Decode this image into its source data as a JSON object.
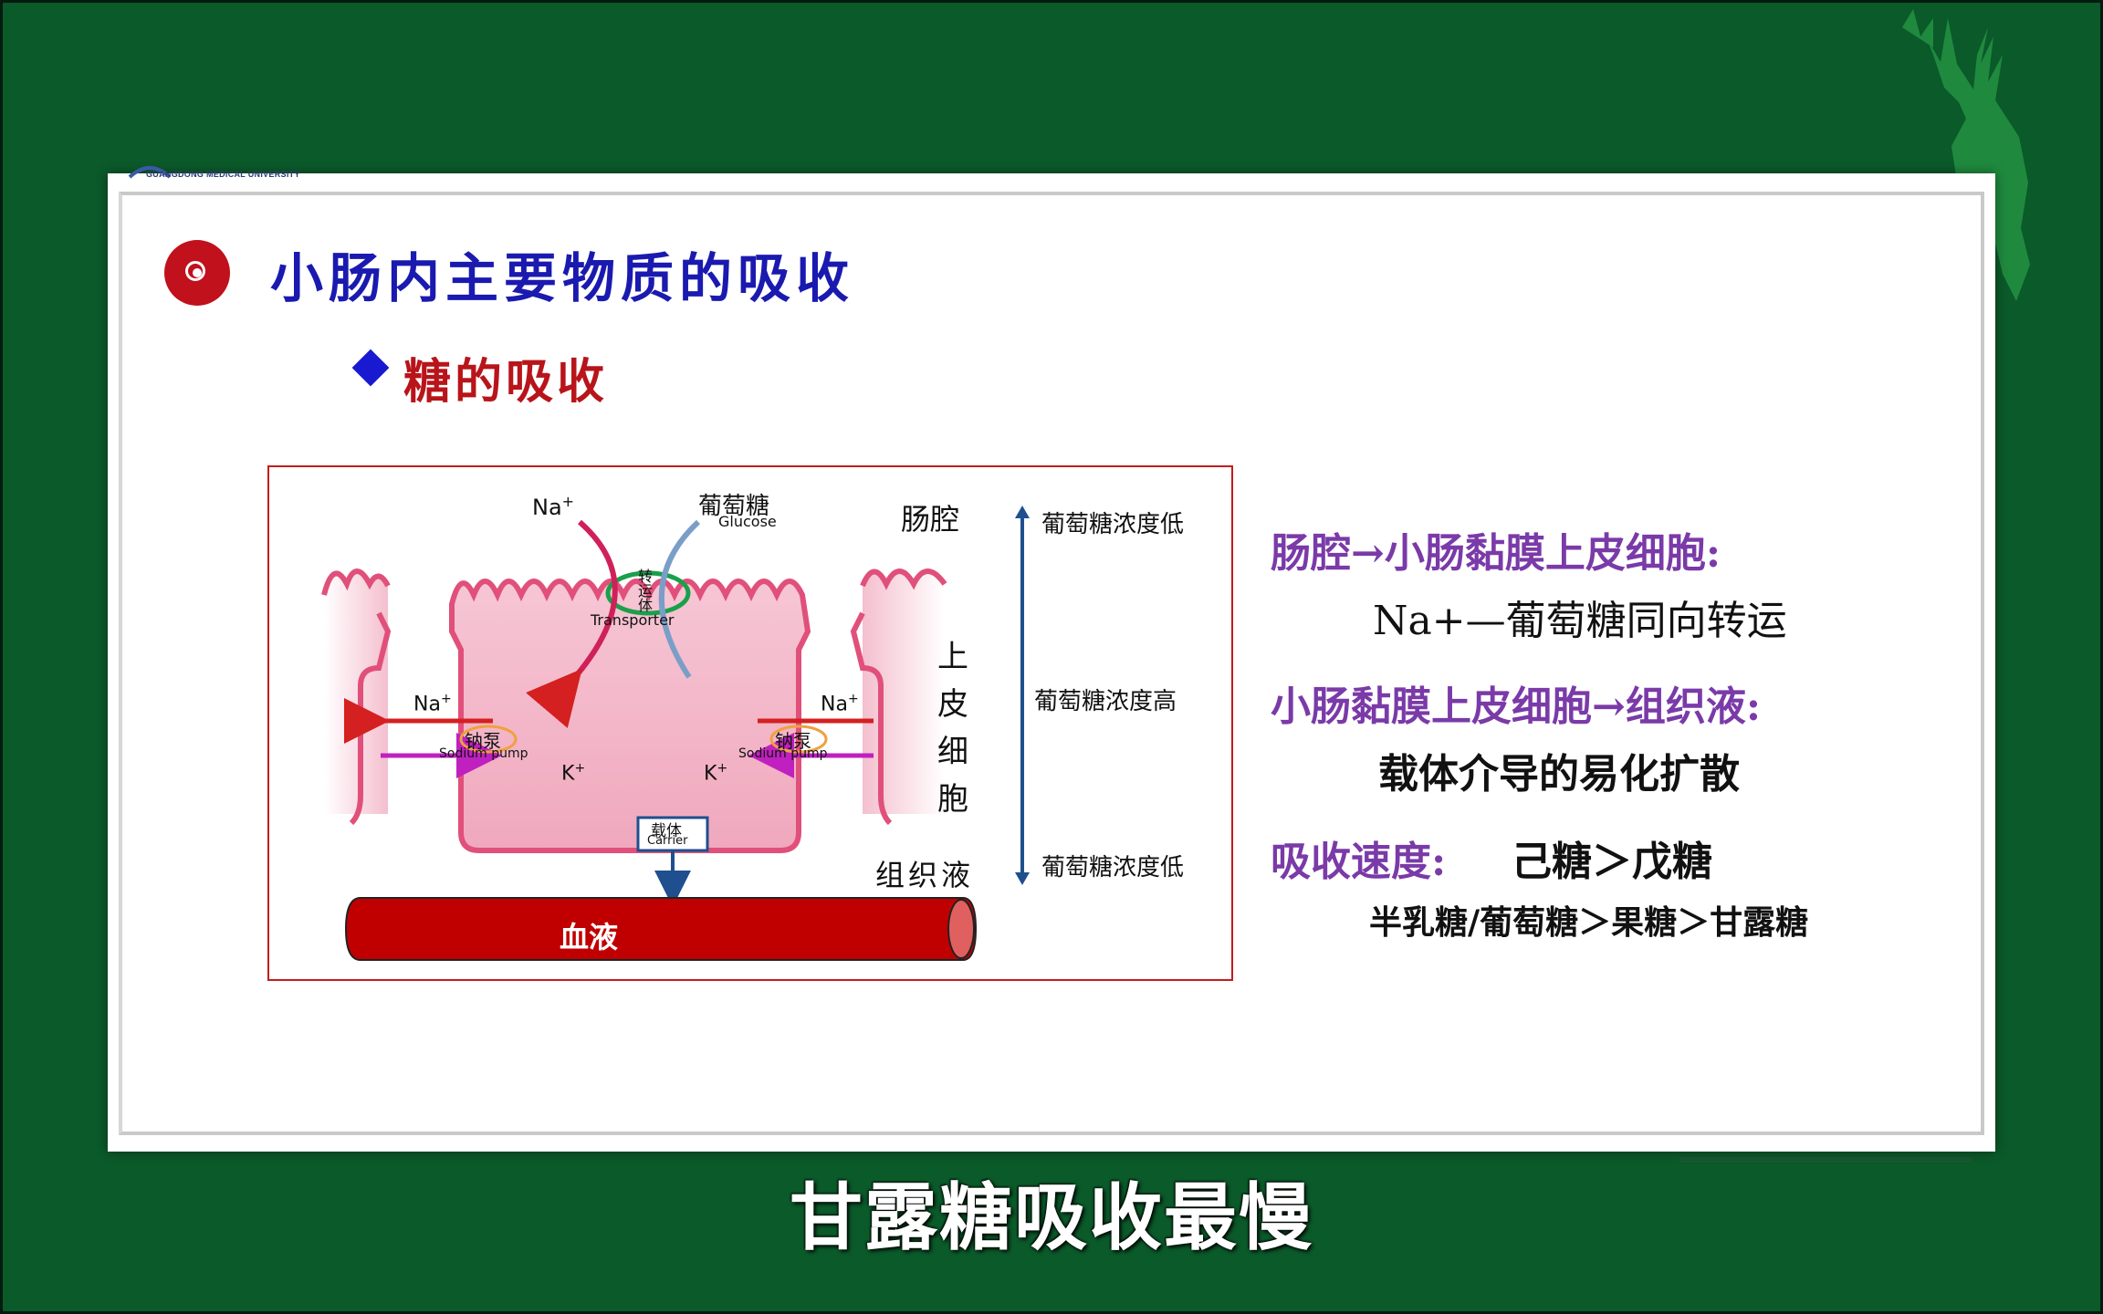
{
  "header": {
    "university_name": "GUANGDONG MEDICAL UNIVERSITY"
  },
  "slide": {
    "title": "小肠内主要物质的吸收",
    "subtitle": "糖的吸收"
  },
  "figure": {
    "na_top": "Na",
    "na_top_sup": "+",
    "glucose_cn": "葡萄糖",
    "glucose_en": "Glucose",
    "transporter_cn_1": "转",
    "transporter_cn_2": "运",
    "transporter_cn_3": "体",
    "transporter_en": "Transporter",
    "lumen": "肠腔",
    "epithelial_1": "上",
    "epithelial_2": "皮",
    "epithelial_3": "细",
    "epithelial_4": "胞",
    "tissue_fluid": "组织液",
    "na_left": "Na",
    "na_right": "Na",
    "k_left": "K",
    "k_right": "K",
    "sup_plus": "+",
    "pump_cn": "钠泵",
    "pump_en": "Sodium pump",
    "carrier_cn": "载体",
    "carrier_en": "Carrier",
    "blood": "血液",
    "conc_low_top": "葡萄糖浓度低",
    "conc_high": "葡萄糖浓度高",
    "conc_low_bottom": "葡萄糖浓度低"
  },
  "notes": {
    "line1": "肠腔→小肠黏膜上皮细胞:",
    "line2": "Na+—葡萄糖同向转运",
    "line3": "小肠黏膜上皮细胞→组织液:",
    "line4": "载体介导的易化扩散",
    "line5_label": "吸收速度:",
    "line5_value": "己糖＞戊糖",
    "line6": "半乳糖/葡萄糖＞果糖＞甘露糖"
  },
  "caption": "甘露糖吸收最慢",
  "colors": {
    "background": "#0b5a2a",
    "title": "#1a1ab0",
    "subtitle": "#b8141a",
    "note_purple": "#7a3aa8",
    "blood": "#c00000",
    "cell_pink": "#f2b6c8"
  }
}
